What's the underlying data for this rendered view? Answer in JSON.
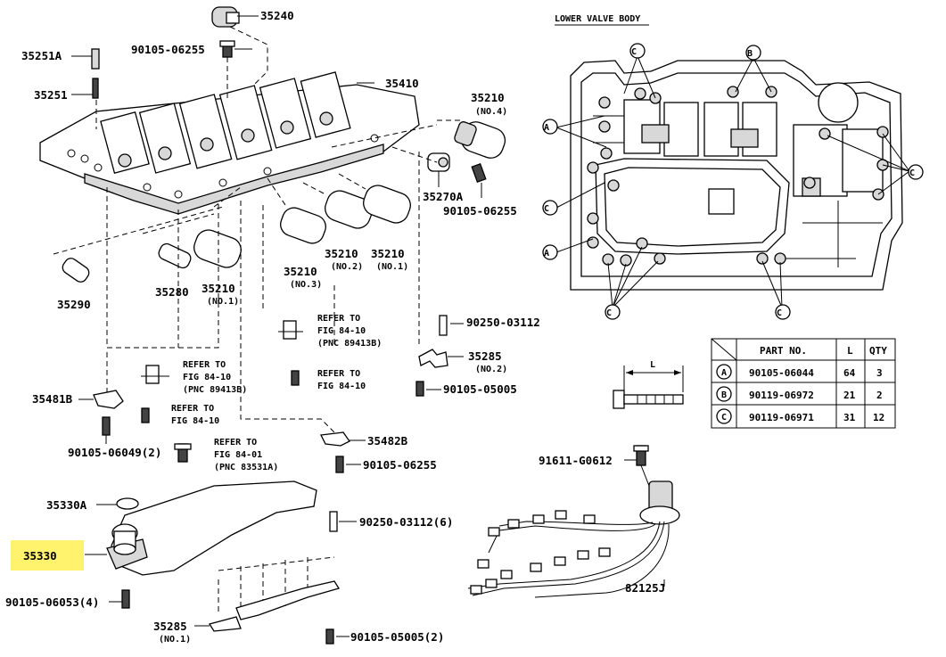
{
  "diagram": {
    "view_title": "LOWER VALVE BODY",
    "callouts": {
      "p35240": "35240",
      "b90105_06255_top": "90105-06255",
      "p35251A": "35251A",
      "p35251": "35251",
      "p35410": "35410",
      "p35210_no4": "35210",
      "p35210_no4_sub": "(NO.4)",
      "p35270A": "35270A",
      "b90105_06255_mid": "90105-06255",
      "p35210_no2": "35210",
      "p35210_no2_sub": "(NO.2)",
      "p35210_no1r": "35210",
      "p35210_no1r_sub": "(NO.1)",
      "p35210_no3": "35210",
      "p35210_no3_sub": "(NO.3)",
      "p35280": "35280",
      "p35210_no1": "35210",
      "p35210_no1_sub": "(NO.1)",
      "p35290": "35290",
      "p90250_03112_top": "90250-03112",
      "p35285_no2": "35285",
      "p35285_no2_sub": "(NO.2)",
      "b90105_05005_mid": "90105-05005",
      "p35481B": "35481B",
      "b90105_06049": "90105-06049(2)",
      "p35482B": "35482B",
      "b90105_06255_low": "90105-06255",
      "p91611_G0612": "91611-G0612",
      "p35330A": "35330A",
      "p35330": "35330",
      "p90250_03112_6": "90250-03112(6)",
      "p82125J": "82125J",
      "b90105_06053": "90105-06053(4)",
      "p35285_no1": "35285",
      "p35285_no1_sub": "(NO.1)",
      "b90105_05005_bot": "90105-05005(2)"
    },
    "refs": {
      "r1_l1": "REFER TO",
      "r1_l2": "FIG 84-10",
      "r1_l3": "(PNC 89413B)",
      "r2_l1": "REFER TO",
      "r2_l2": "FIG 84-10",
      "r3_l1": "REFER TO",
      "r3_l2": "FIG 84-10",
      "r3_l3": "(PNC 89413B)",
      "r4_l1": "REFER TO",
      "r4_l2": "FIG 84-10",
      "r5_l1": "REFER TO",
      "r5_l2": "FIG 84-01",
      "r5_l3": "(PNC 83531A)"
    },
    "bolt_key": {
      "a": "A",
      "b": "B",
      "c": "C"
    },
    "dimension_label": "L",
    "table": {
      "headers": {
        "part_no": "PART NO.",
        "l": "L",
        "qty": "QTY"
      },
      "rows": [
        {
          "key": "A",
          "part_no": "90105-06044",
          "l": "64",
          "qty": "3"
        },
        {
          "key": "B",
          "part_no": "90119-06972",
          "l": "21",
          "qty": "2"
        },
        {
          "key": "C",
          "part_no": "90119-06971",
          "l": "31",
          "qty": "12"
        }
      ]
    },
    "highlight_color": "#fff36e"
  }
}
